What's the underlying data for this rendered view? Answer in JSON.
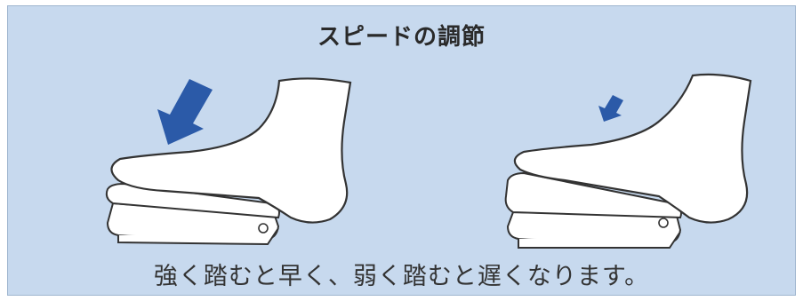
{
  "title": "スピードの調節",
  "caption": "強く踏むと早く、弱く踏むと遅くなります。",
  "colors": {
    "panel_bg": "#c7d9ee",
    "arrow": "#2b5aa8",
    "outline": "#333333",
    "foot_fill": "#ffffff",
    "pedal_fill": "#ffffff"
  },
  "illustrations": [
    {
      "name": "strong-press",
      "arrow": "large"
    },
    {
      "name": "weak-press",
      "arrow": "small"
    }
  ]
}
